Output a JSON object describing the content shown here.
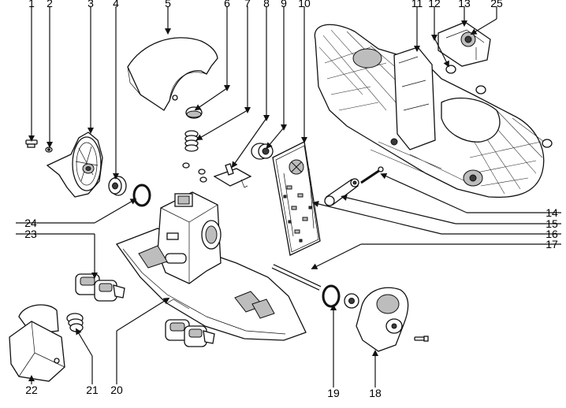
{
  "diagram": {
    "part_labels": {
      "p1": "1",
      "p2": "2",
      "p3": "3",
      "p4": "4",
      "p5": "5",
      "p6": "6",
      "p7": "7",
      "p8": "8",
      "p9": "9",
      "p10": "10",
      "p11": "11",
      "p12": "12",
      "p13": "13",
      "p25": "25",
      "p14": "14",
      "p15": "15",
      "p16": "16",
      "p17": "17",
      "p24": "24",
      "p23": "23",
      "p22": "22",
      "p21": "21",
      "p20": "20",
      "p19": "19",
      "p18": "18"
    }
  }
}
